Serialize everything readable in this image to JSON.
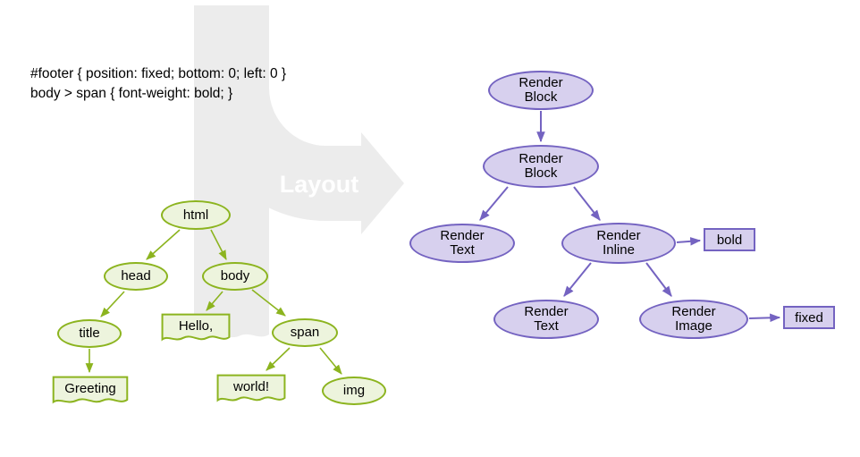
{
  "colors": {
    "dom_node_fill": "#edf4dd",
    "dom_node_border": "#8cb41f",
    "render_node_fill": "#d7d0ee",
    "render_node_border": "#7463c1",
    "background_arrow": "#ececec",
    "arrow_label_text": "#ffffff",
    "text": "#000000",
    "background": "#ffffff"
  },
  "css_rules": {
    "lines": [
      "#footer { position: fixed; bottom: 0; left: 0 }",
      "body > span { font-weight: bold; }"
    ]
  },
  "layout_arrow": {
    "label": "Layout"
  },
  "dom_tree": {
    "nodes": [
      {
        "label": "html",
        "shape": "ellipse"
      },
      {
        "label": "head",
        "shape": "ellipse"
      },
      {
        "label": "body",
        "shape": "ellipse"
      },
      {
        "label": "title",
        "shape": "ellipse"
      },
      {
        "label": "Hello,",
        "shape": "text-node"
      },
      {
        "label": "span",
        "shape": "ellipse"
      },
      {
        "label": "Greeting",
        "shape": "text-node"
      },
      {
        "label": "world!",
        "shape": "text-node"
      },
      {
        "label": "img",
        "shape": "ellipse"
      }
    ]
  },
  "render_tree": {
    "nodes": [
      {
        "label": "Render\nBlock",
        "shape": "ellipse"
      },
      {
        "label": "Render\nBlock",
        "shape": "ellipse"
      },
      {
        "label": "Render\nText",
        "shape": "ellipse"
      },
      {
        "label": "Render\nInline",
        "shape": "ellipse"
      },
      {
        "label": "Render\nText",
        "shape": "ellipse"
      },
      {
        "label": "Render\nImage",
        "shape": "ellipse"
      }
    ],
    "badges": [
      {
        "label": "bold"
      },
      {
        "label": "fixed"
      }
    ]
  }
}
